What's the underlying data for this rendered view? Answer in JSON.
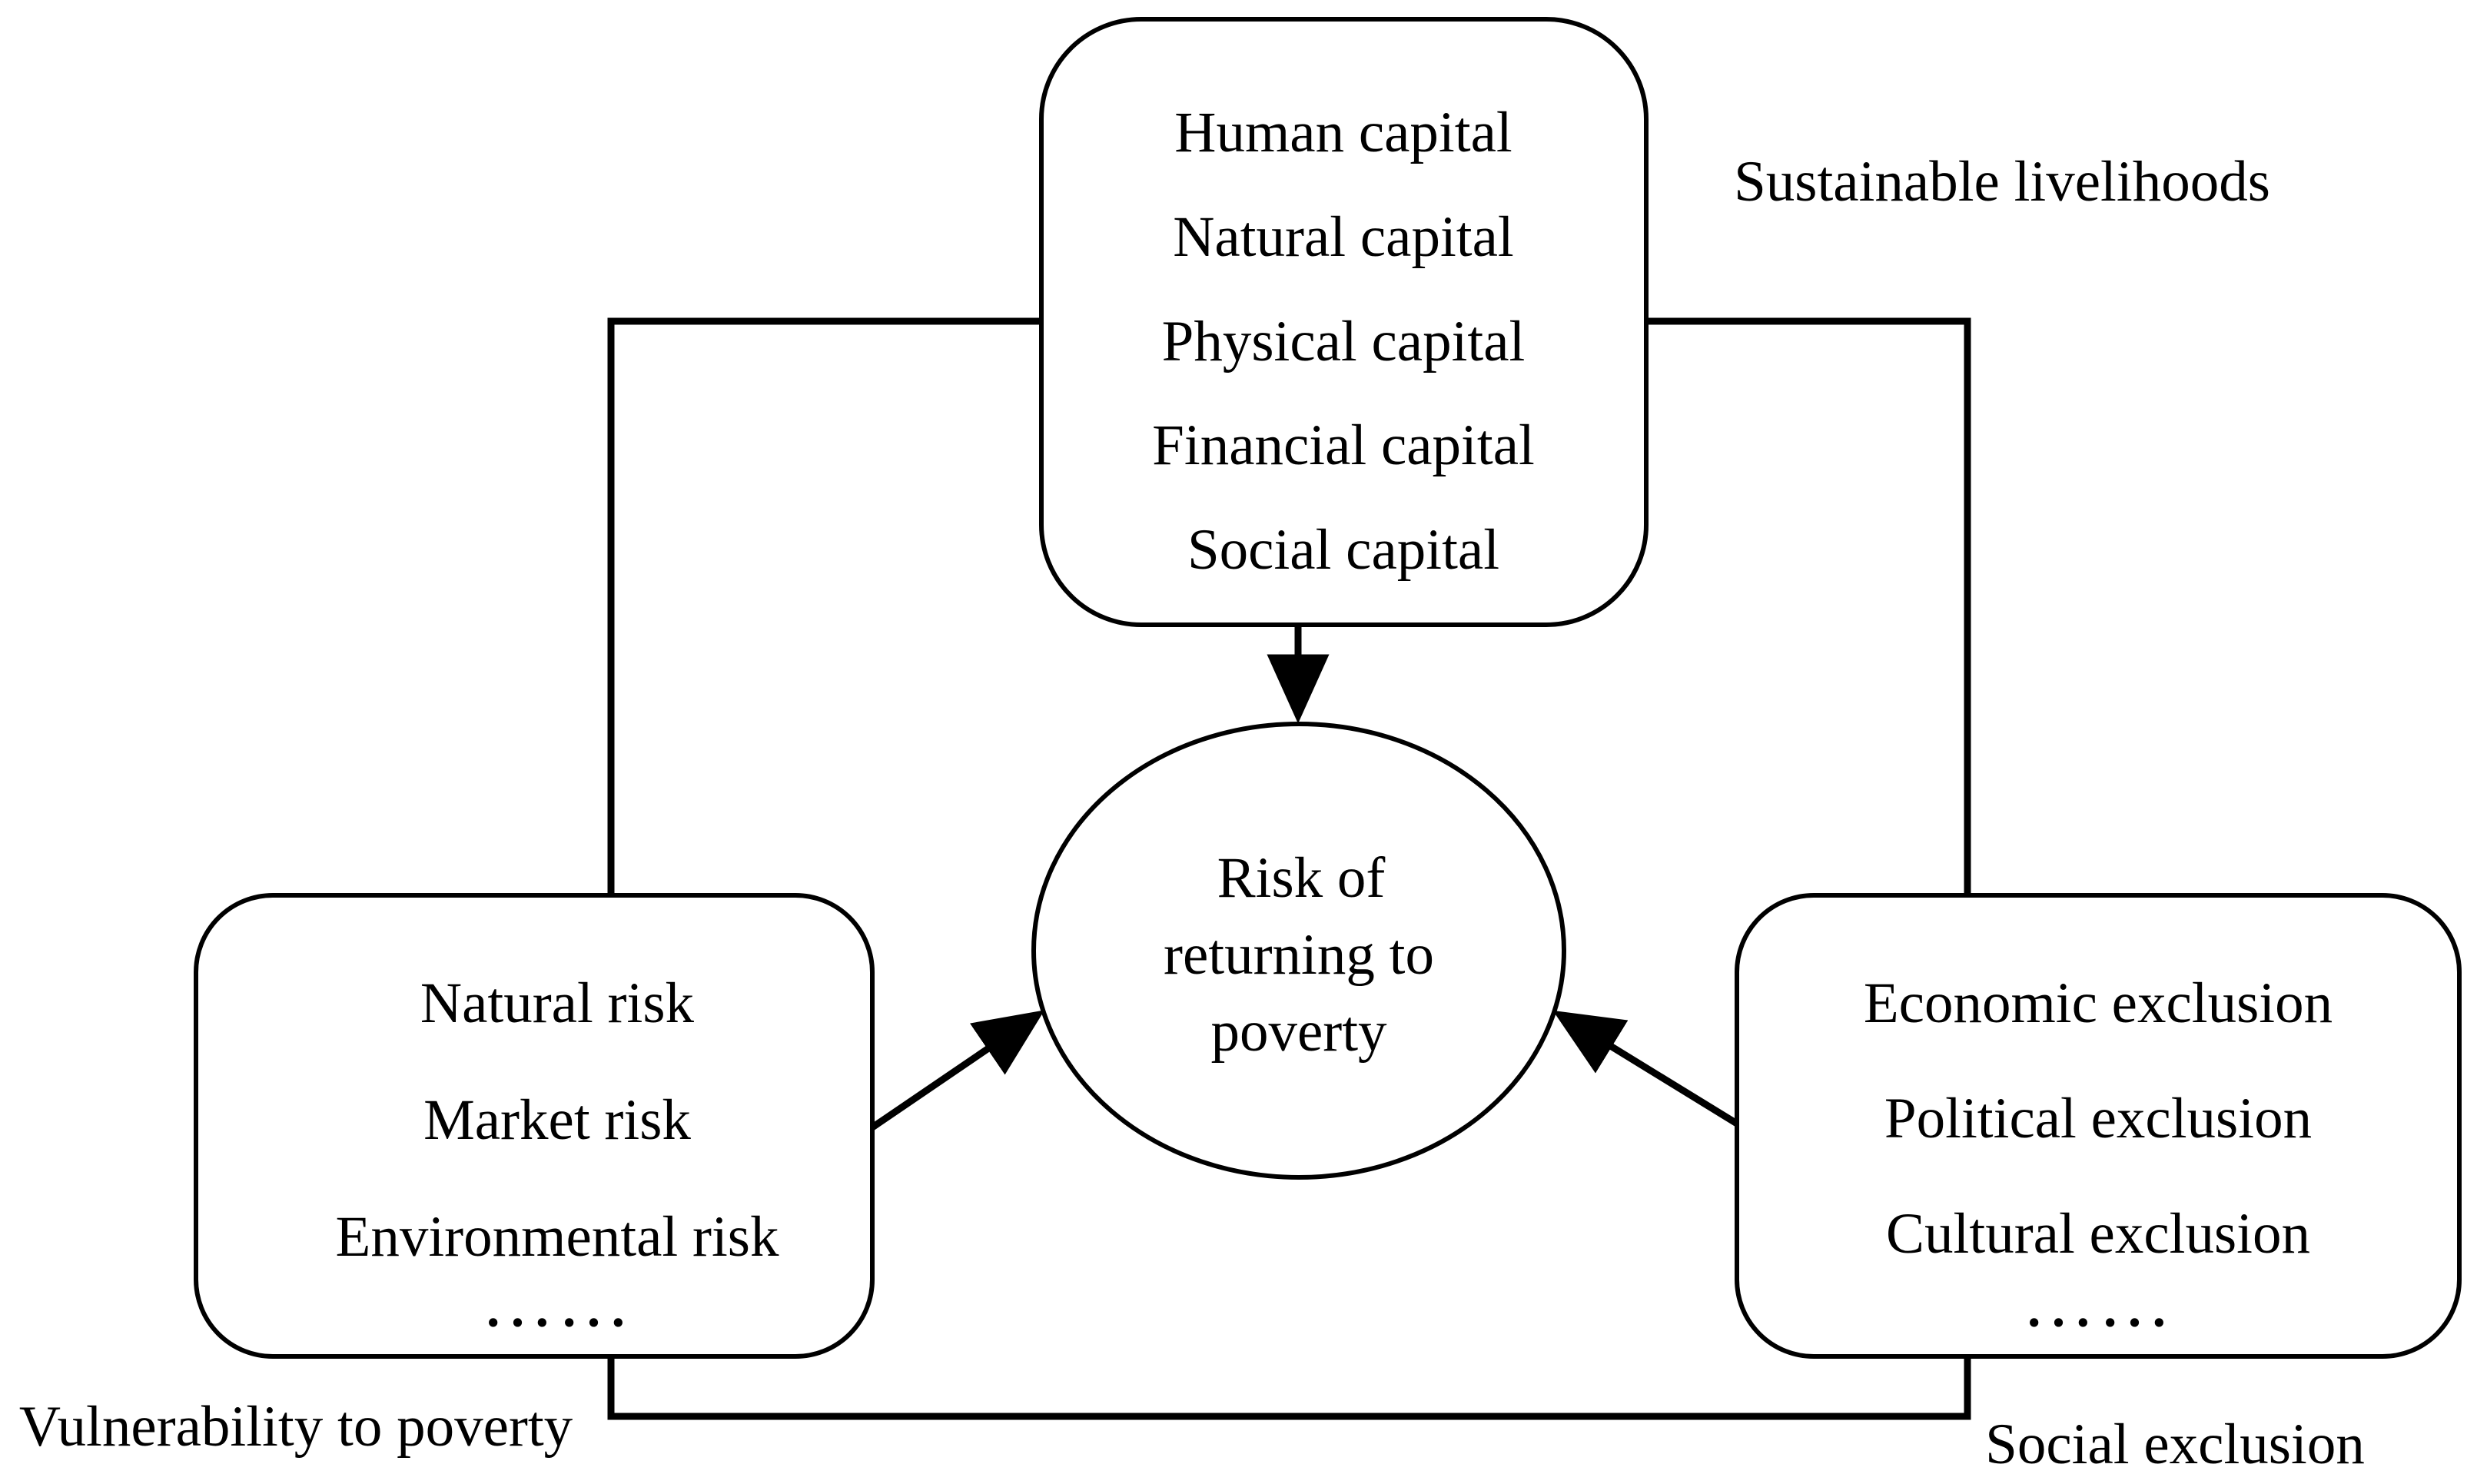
{
  "colors": {
    "ink": "#000000",
    "background": "#ffffff"
  },
  "top_box": {
    "items": [
      "Human capital",
      "Natural capital",
      "Physical capital",
      "Financial capital",
      "Social capital"
    ],
    "label": "Sustainable livelihoods"
  },
  "center_circle": {
    "lines": [
      "Risk of",
      "returning to",
      "poverty"
    ]
  },
  "left_box": {
    "items": [
      "Natural risk",
      "Market risk",
      "Environmental risk"
    ],
    "ellipsis": "……",
    "label": "Vulnerability to poverty"
  },
  "right_box": {
    "items": [
      "Economic exclusion",
      "Political exclusion",
      "Cultural exclusion"
    ],
    "ellipsis": "……",
    "label": "Social exclusion"
  }
}
